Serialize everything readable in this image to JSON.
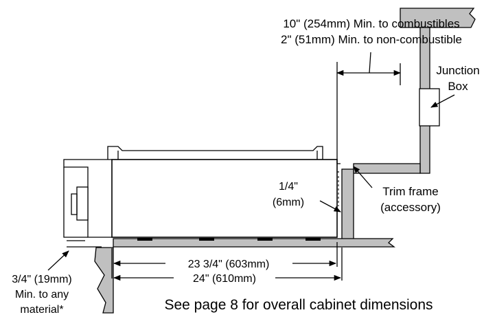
{
  "clearance_top": {
    "line1": "10\" (254mm) Min. to combustibles",
    "line2": "2\" (51mm) Min. to non-combustible"
  },
  "junction_box": {
    "line1": "Junction",
    "line2": "Box"
  },
  "gap_label": {
    "line1": "1/4\"",
    "line2": "(6mm)"
  },
  "trim_frame": {
    "line1": "Trim frame",
    "line2": "(accessory)"
  },
  "bottom_clearance": {
    "line1": "3/4\" (19mm)",
    "line2": "Min. to any",
    "line3": "material*"
  },
  "dim_inner": "23 3/4\" (603mm)",
  "dim_outer": "24\" (610mm)",
  "footnote": "See page 8 for overall cabinet dimensions"
}
